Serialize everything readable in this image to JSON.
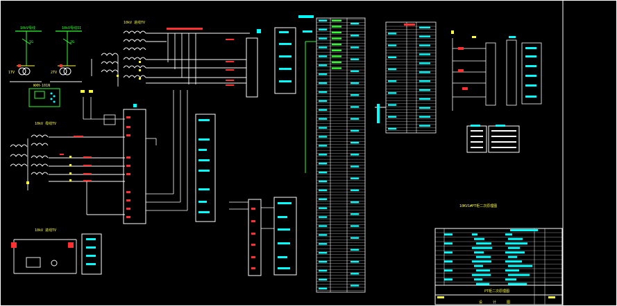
{
  "labels": {
    "bus_a": "10kV母线",
    "bus_b": "10kV母线II",
    "feeder_a": "1G",
    "feeder_b": "2G",
    "ct_a": "1TV",
    "ct_b": "2TV",
    "relay": "WXH-101N",
    "top_ct": "10kV 进线TV",
    "mid_ct": "10kV 母线TV",
    "bottom": "10kV 进线TV",
    "caption": "10KV1#PT柜二次原理图",
    "table_title": "PT柜二次原理图",
    "footer_a": "设",
    "footer_b": "计",
    "footer_c": "图"
  },
  "colors": {
    "line": "#ffffff",
    "accent": "#00ffff",
    "green": "#30ff30",
    "yellow": "#ffff40",
    "red": "#ff3030",
    "background": "#000000"
  }
}
